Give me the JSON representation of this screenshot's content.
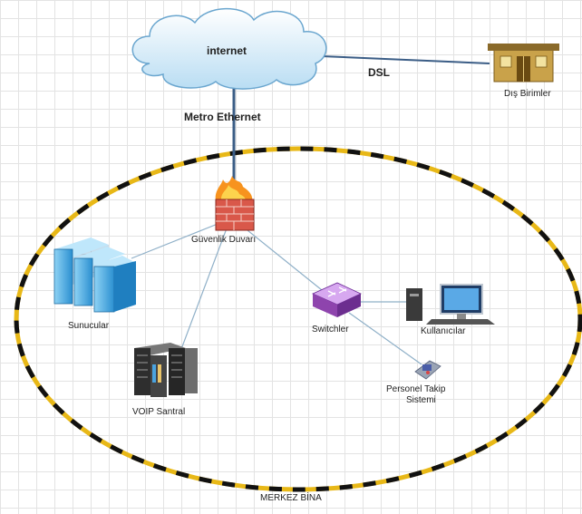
{
  "nodes": {
    "internet": "internet",
    "remote_units": "Dış Birimler",
    "firewall": "Güvenlik Duvarı",
    "servers": "Sunucular",
    "switches": "Switchler",
    "users": "Kullanıcılar",
    "voip": "VOIP Santral",
    "personnel_tracking_line1": "Personel Takip",
    "personnel_tracking_line2": "Sistemi"
  },
  "links": {
    "dsl": "DSL",
    "metro_ethernet": "Metro Ethernet"
  },
  "zone": {
    "name": "MERKEZ BİNA"
  },
  "colors": {
    "ring_yellow": "#e8b817",
    "ring_black": "#111111",
    "link_blue": "#3b5d86",
    "cloud": "#cfe8f7",
    "switch_purple": "#9b59c6",
    "server_blue": "#3fa6df"
  }
}
